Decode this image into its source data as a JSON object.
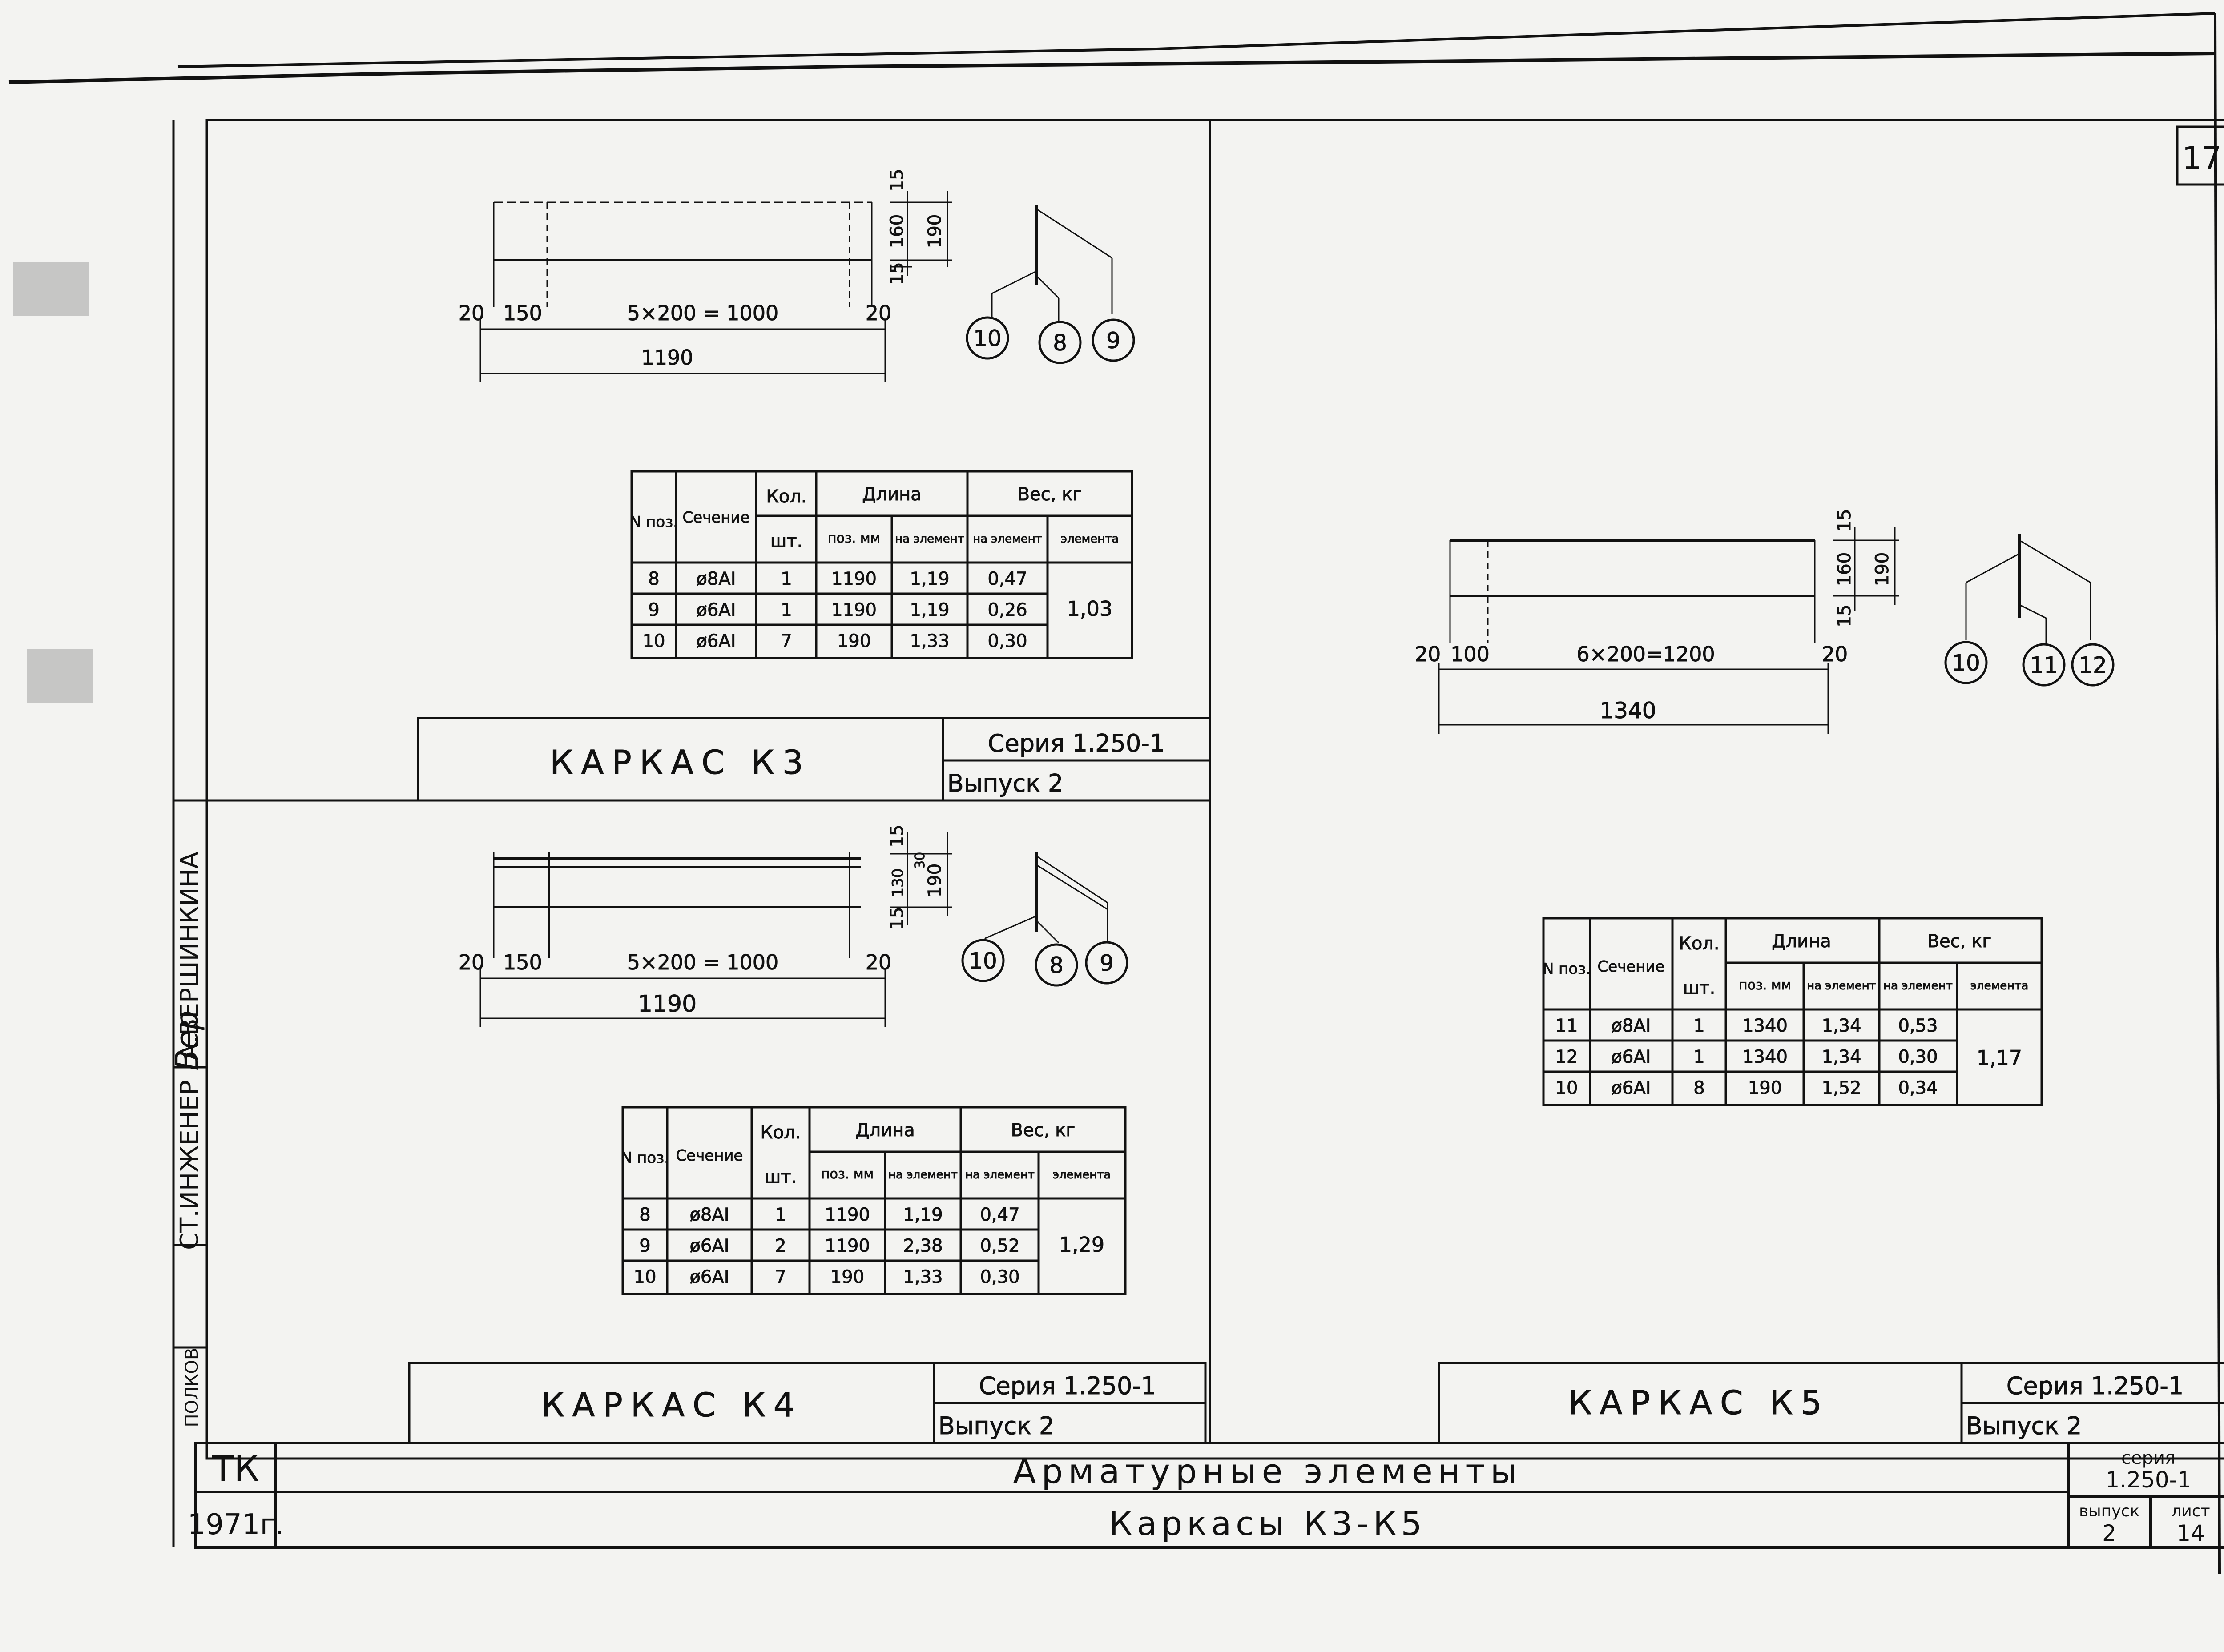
{
  "sheet_number_corner": "17",
  "left_strip": {
    "approved_name": "А.ВЕРШИНКИНА",
    "role": "СТ.ИНЖЕНЕР",
    "signature_text": "Вер",
    "faded_label": "ПОЛКОВ"
  },
  "panels": [
    {
      "id": "k3",
      "title": "КАРКАС К3",
      "series": "Серия 1.250-1",
      "issue": "Выпуск 2",
      "dims": {
        "left": "20",
        "first": "150",
        "span": "5×200 = 1000",
        "right": "20",
        "total": "1190",
        "top": "15",
        "mid": "160",
        "bottom": "15",
        "height": "190"
      },
      "callouts": [
        "10",
        "8",
        "9"
      ],
      "table": {
        "h_pos": "N поз.",
        "h_sec": "Сечение",
        "h_qty_a": "Кол.",
        "h_qty_b": "шт.",
        "h_len": "Длина",
        "h_len_pos": "поз. мм",
        "h_len_el": "на элемент",
        "h_wt": "Вес, кг",
        "h_wt_el": "на элемент",
        "h_wt_total": "элемента",
        "rows": [
          {
            "pos": "8",
            "sec": "ø8AI",
            "qty": "1",
            "len": "1190",
            "len_el": "1,19",
            "wt_el": "0,47"
          },
          {
            "pos": "9",
            "sec": "ø6AI",
            "qty": "1",
            "len": "1190",
            "len_el": "1,19",
            "wt_el": "0,26"
          },
          {
            "pos": "10",
            "sec": "ø6AI",
            "qty": "7",
            "len": "190",
            "len_el": "1,33",
            "wt_el": "0,30"
          }
        ],
        "total": "1,03"
      }
    },
    {
      "id": "k4",
      "title": "КАРКАС К4",
      "series": "Серия 1.250-1",
      "issue": "Выпуск 2",
      "dims": {
        "left": "20",
        "first": "150",
        "span": "5×200 = 1000",
        "right": "20",
        "total": "1190",
        "top": "15",
        "mid": "130",
        "mid2": "30",
        "bottom": "15",
        "height": "190"
      },
      "callouts": [
        "10",
        "8",
        "9"
      ],
      "table": {
        "h_pos": "N поз.",
        "h_sec": "Сечение",
        "h_qty_a": "Кол.",
        "h_qty_b": "шт.",
        "h_len": "Длина",
        "h_len_pos": "поз. мм",
        "h_len_el": "на элемент",
        "h_wt": "Вес, кг",
        "h_wt_el": "на элемент",
        "h_wt_total": "элемента",
        "rows": [
          {
            "pos": "8",
            "sec": "ø8AI",
            "qty": "1",
            "len": "1190",
            "len_el": "1,19",
            "wt_el": "0,47"
          },
          {
            "pos": "9",
            "sec": "ø6AI",
            "qty": "2",
            "len": "1190",
            "len_el": "2,38",
            "wt_el": "0,52"
          },
          {
            "pos": "10",
            "sec": "ø6AI",
            "qty": "7",
            "len": "190",
            "len_el": "1,33",
            "wt_el": "0,30"
          }
        ],
        "total": "1,29"
      }
    },
    {
      "id": "k5",
      "title": "КАРКАС К5",
      "series": "Серия 1.250-1",
      "issue": "Выпуск 2",
      "dims": {
        "left": "20",
        "first": "100",
        "span": "6×200=1200",
        "right": "20",
        "total": "1340",
        "top": "15",
        "mid": "160",
        "bottom": "15",
        "height": "190"
      },
      "callouts": [
        "10",
        "11",
        "12"
      ],
      "table": {
        "h_pos": "N поз.",
        "h_sec": "Сечение",
        "h_qty_a": "Кол.",
        "h_qty_b": "шт.",
        "h_len": "Длина",
        "h_len_pos": "поз. мм",
        "h_len_el": "на элемент",
        "h_wt": "Вес, кг",
        "h_wt_el": "на элемент",
        "h_wt_total": "элемента",
        "rows": [
          {
            "pos": "11",
            "sec": "ø8AI",
            "qty": "1",
            "len": "1340",
            "len_el": "1,34",
            "wt_el": "0,53"
          },
          {
            "pos": "12",
            "sec": "ø6AI",
            "qty": "1",
            "len": "1340",
            "len_el": "1,34",
            "wt_el": "0,30"
          },
          {
            "pos": "10",
            "sec": "ø6AI",
            "qty": "8",
            "len": "190",
            "len_el": "1,52",
            "wt_el": "0,34"
          }
        ],
        "total": "1,17"
      }
    }
  ],
  "title_block": {
    "org": "ТК",
    "year": "1971г.",
    "main_title": "Арматурные элементы",
    "subtitle": "Каркасы К3-К5",
    "series_label": "серия",
    "series_value": "1.250-1",
    "issue_label": "выпуск",
    "issue_value": "2",
    "sheet_label": "лист",
    "sheet_value": "14"
  },
  "colors": {
    "paper": "#f3f3f1",
    "ink": "#111111"
  }
}
